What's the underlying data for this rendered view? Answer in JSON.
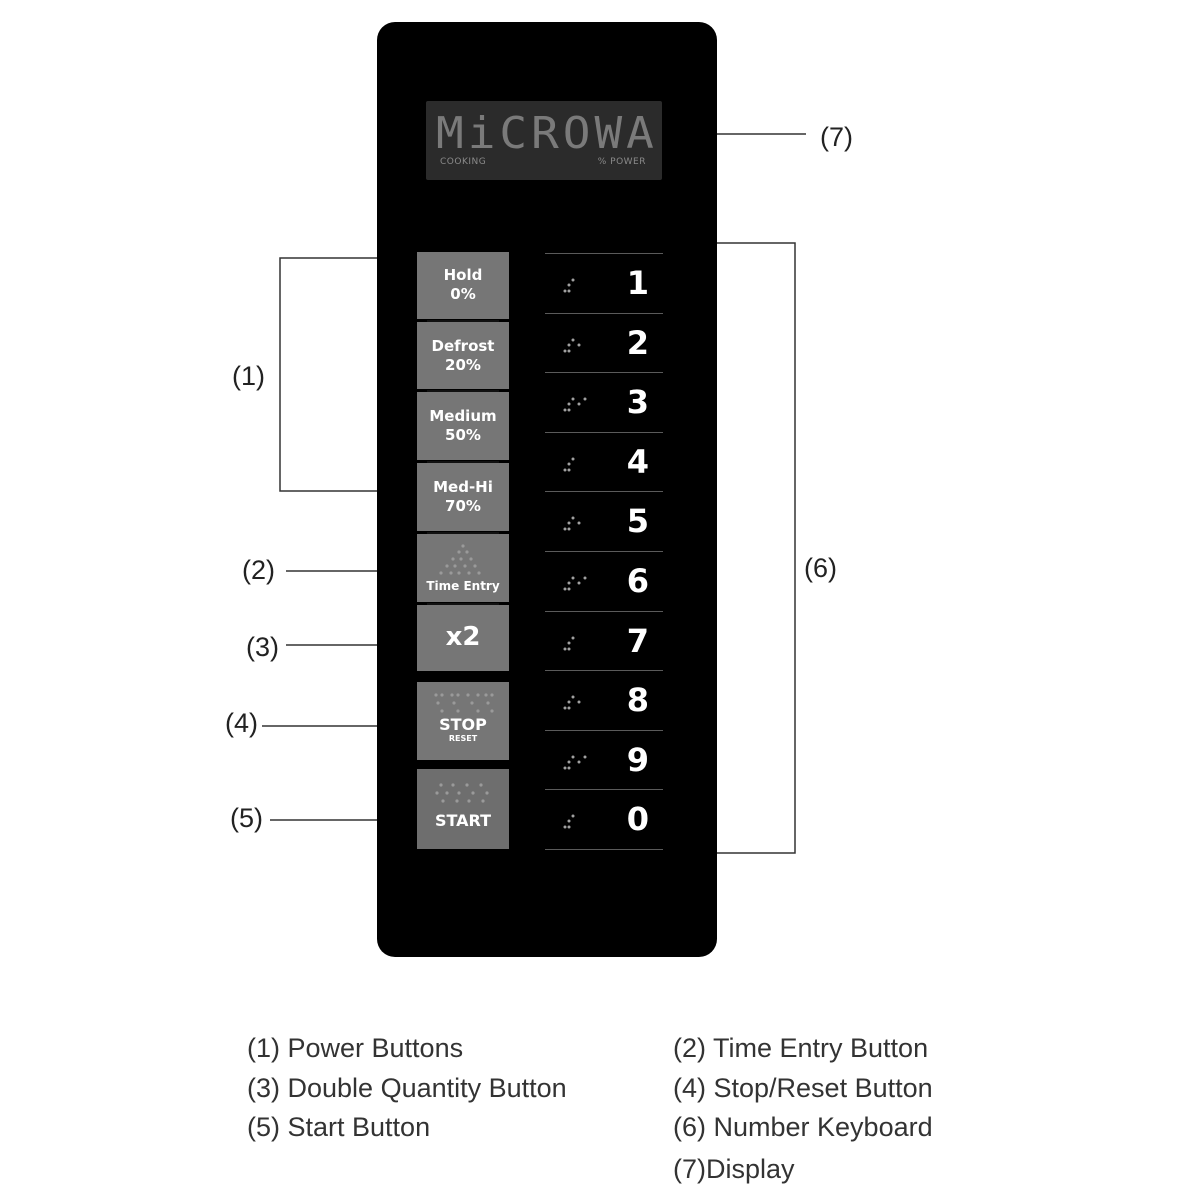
{
  "display": {
    "text": "MiCROWA",
    "left_label": "COOKING",
    "right_label": "% POWER"
  },
  "power_buttons": [
    {
      "line1": "Hold",
      "line2": "0%"
    },
    {
      "line1": "Defrost",
      "line2": "20%"
    },
    {
      "line1": "Medium",
      "line2": "50%"
    },
    {
      "line1": "Med-Hi",
      "line2": "70%"
    }
  ],
  "time_entry": {
    "label": "Time Entry"
  },
  "double_quantity": {
    "label": "x2"
  },
  "stop_reset": {
    "label": "STOP",
    "sublabel": "RESET"
  },
  "start": {
    "label": "START"
  },
  "number_keys": [
    "1",
    "2",
    "3",
    "4",
    "5",
    "6",
    "7",
    "8",
    "9",
    "0"
  ],
  "callouts": {
    "c1": "(1)",
    "c2": "(2)",
    "c3": "(3)",
    "c4": "(4)",
    "c5": "(5)",
    "c6": "(6)",
    "c7": "(7)"
  },
  "legend": {
    "item1": "(1) Power Buttons",
    "item2": "(2) Time Entry Button",
    "item3": "(3) Double Quantity Button",
    "item4": "(4) Stop/Reset Button",
    "item5": "(5) Start Button",
    "item6": "(6) Number Keyboard",
    "item7": "(7)Display"
  }
}
